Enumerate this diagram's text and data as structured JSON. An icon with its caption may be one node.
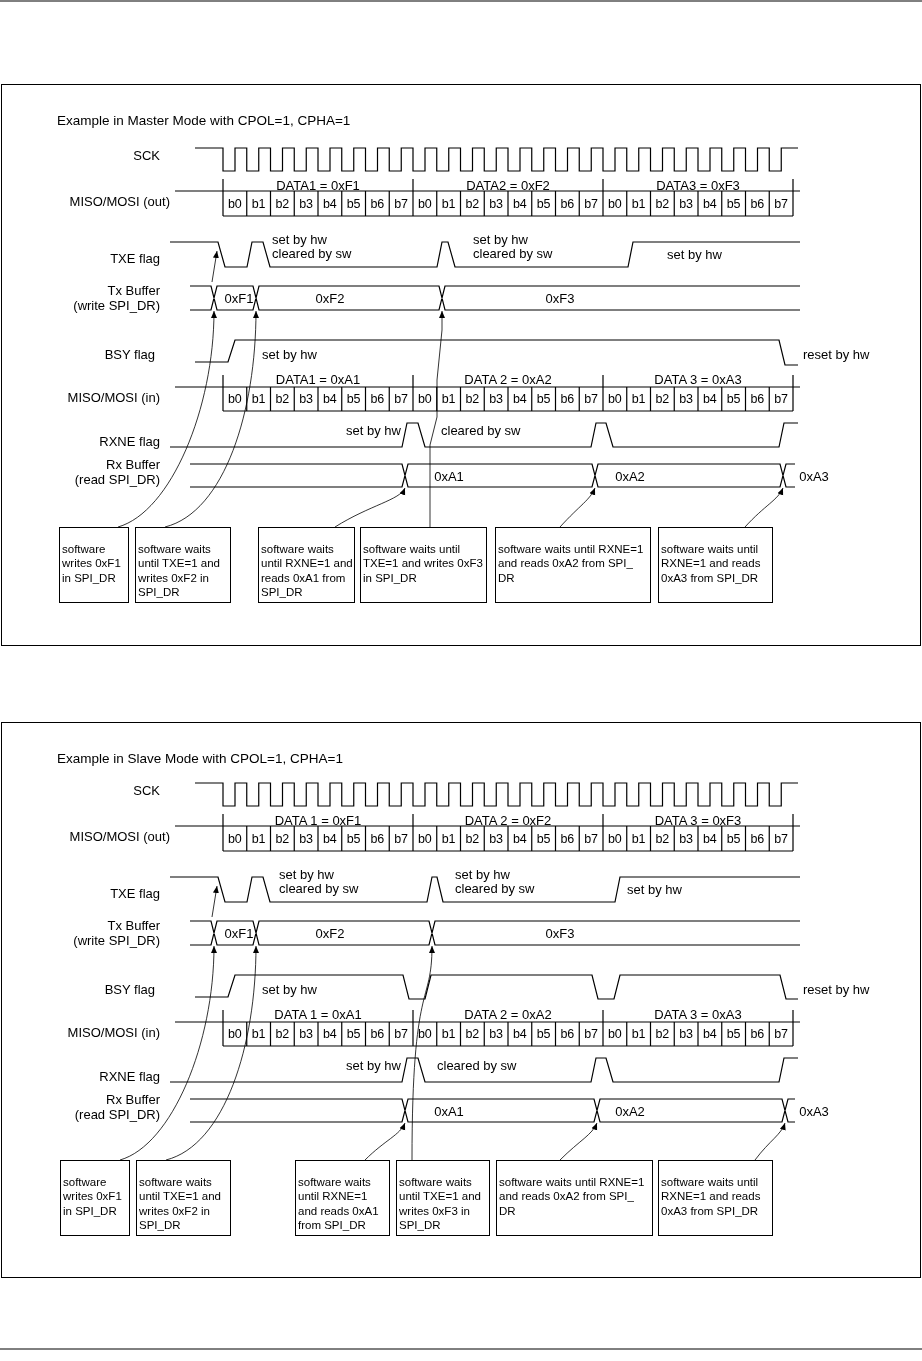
{
  "diagram": {
    "nodes": [
      {
        "text": [
          "Example in Master Mode with CPOL=1, CPHA=1"
        ]
      },
      {
        "text": [
          "0xF1",
          "0xF2",
          "0xF3"
        ],
        "in": 0
      },
      {
        "text": [
          "0xA1",
          "0xA2",
          "0xA3"
        ],
        "in": 0
      },
      {
        "text": [
          "software writes 0xF1 in SPI_DR"
        ],
        "in": 0
      },
      {
        "text": [
          "software waits until TXE=1 and writes 0xF2 in SPI_DR"
        ],
        "in": 0
      },
      {
        "text": [
          "software waits until RXNE=1 and reads 0xA1 from SPI_DR"
        ],
        "in": 0
      },
      {
        "text": [
          "software waits until TXE=1 and writes 0xF3 in SPI_DR"
        ],
        "in": 0
      },
      {
        "text": [
          "software waits until RXNE=1 and reads 0xA2 from SPI_ DR"
        ],
        "in": 0
      },
      {
        "text": [
          "software waits until RXNE=1 and reads 0xA3 from SPI_DR"
        ],
        "in": 0
      },
      {
        "text": [
          "Example in Slave Mode with CPOL=1, CPHA=1"
        ]
      },
      {
        "text": [
          "0xF1",
          "0xF2",
          "0xF3"
        ],
        "in": 9
      },
      {
        "text": [
          "0xA1",
          "0xA2",
          "0xA3"
        ],
        "in": 9
      },
      {
        "text": [
          "software writes 0xF1 in SPI_DR"
        ],
        "in": 9
      },
      {
        "text": [
          "software waits until TXE=1 and writes 0xF2 in SPI_DR"
        ],
        "in": 9
      },
      {
        "text": [
          "software waits until RXNE=1 and reads 0xA1 from SPI_DR"
        ],
        "in": 9
      },
      {
        "text": [
          "software waits until TXE=1 and writes 0xF3 in SPI_DR"
        ],
        "in": 9
      },
      {
        "text": [
          "software waits until RXNE=1 and reads 0xA2 from SPI_ DR"
        ],
        "in": 9
      },
      {
        "text": [
          "software waits until RXNE=1 and reads 0xA3 from SPI_DR"
        ],
        "in": 9
      }
    ],
    "edges": [
      {
        "from": 3,
        "to": 1,
        "arrow": "to"
      },
      {
        "from": 4,
        "to": 1,
        "arrow": "to"
      },
      {
        "from": 5,
        "to": 2,
        "arrow": "to"
      },
      {
        "from": 6,
        "to": 1,
        "arrow": "to"
      },
      {
        "from": 7,
        "to": 2,
        "arrow": "to"
      },
      {
        "from": 8,
        "to": 2,
        "arrow": "to"
      },
      {
        "from": 12,
        "to": 10,
        "arrow": "to"
      },
      {
        "from": 13,
        "to": 10,
        "arrow": "to"
      },
      {
        "from": 14,
        "to": 11,
        "arrow": "to"
      },
      {
        "from": 15,
        "to": 10,
        "arrow": "to"
      },
      {
        "from": 16,
        "to": 11,
        "arrow": "to"
      },
      {
        "from": 17,
        "to": 11,
        "arrow": "to"
      }
    ],
    "labels": [
      "SCK",
      "DATA1 = 0xF1",
      "DATA2 = 0xF2",
      "DATA3 = 0xF3",
      "MISO/MOSI (out)",
      "b0",
      "b1",
      "b2",
      "b3",
      "b4",
      "b5",
      "b6",
      "b7",
      "b0",
      "b1",
      "b2",
      "b3",
      "b4",
      "b5",
      "b6",
      "b7",
      "b0",
      "b1",
      "b2",
      "b3",
      "b4",
      "b5",
      "b6",
      "b7",
      "TXE flag",
      "set by hw",
      "cleared by sw",
      "set by hw",
      "cleared by sw",
      "set by hw",
      "Tx Buffer",
      "(write SPI_DR)",
      "BSY flag",
      "set by hw",
      "reset by hw",
      "DATA1 = 0xA1",
      "DATA 2 = 0xA2",
      "DATA 3 = 0xA3",
      "MISO/MOSI (in)",
      "b0",
      "b1",
      "b2",
      "b3",
      "b4",
      "b5",
      "b6",
      "b7",
      "b0",
      "b1",
      "b2",
      "b3",
      "b4",
      "b5",
      "b6",
      "b7",
      "b0",
      "b1",
      "b2",
      "b3",
      "b4",
      "b5",
      "b6",
      "b7",
      "set by hw",
      "cleared by sw",
      "RXNE flag",
      "Rx Buffer",
      "(read SPI_DR)",
      "SCK",
      "DATA 1 = 0xF1",
      "DATA 2 = 0xF2",
      "DATA 3 = 0xF3",
      "MISO/MOSI (out)",
      "b0",
      "b1",
      "b2",
      "b3",
      "b4",
      "b5",
      "b6",
      "b7",
      "b0",
      "b1",
      "b2",
      "b3",
      "b4",
      "b5",
      "b6",
      "b7",
      "b0",
      "b1",
      "b2",
      "b3",
      "b4",
      "b5",
      "b6",
      "b7",
      "TXE flag",
      "set by hw",
      "cleared by sw",
      "set by hw",
      "cleared by sw",
      "set by hw",
      "Tx Buffer",
      "(write SPI_DR)",
      "BSY flag",
      "set by hw",
      "reset by hw",
      "DATA 1 = 0xA1",
      "DATA 2 = 0xA2",
      "DATA 3 = 0xA3",
      "MISO/MOSI (in)",
      "b0",
      "b1",
      "b2",
      "b3",
      "b4",
      "b5",
      "b6",
      "b7",
      "b0",
      "b1",
      "b2",
      "b3",
      "b4",
      "b5",
      "b6",
      "b7",
      "b0",
      "b1",
      "b2",
      "b3",
      "b4",
      "b5",
      "b6",
      "b7",
      "set by hw",
      "cleared by sw",
      "RXNE flag",
      "Rx Buffer",
      "(read SPI_DR)"
    ]
  }
}
